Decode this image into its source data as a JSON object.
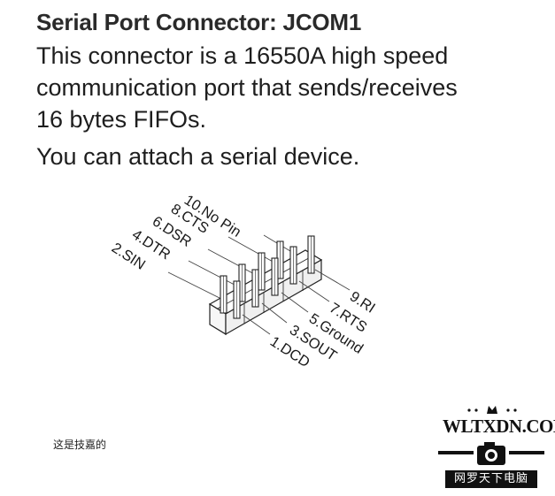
{
  "document": {
    "title": "Serial Port Connector: JCOM1",
    "lines": [
      "This connector is a 16550A high speed",
      "communication port that sends/receives",
      "16 bytes FIFOs.",
      "You can attach a serial device."
    ],
    "caption": "这是技嘉的"
  },
  "diagram": {
    "top_labels": [
      "10.No Pin",
      "8.CTS",
      "6.DSR",
      "4.DTR",
      "2.SIN"
    ],
    "bottom_labels": [
      "9.RI",
      "7.RTS",
      "5.Ground",
      "3.SOUT",
      "1.DCD"
    ]
  },
  "watermark": {
    "logo_text": "WLTXDN.COM",
    "logo_subtext": "网罗天下电脑"
  }
}
